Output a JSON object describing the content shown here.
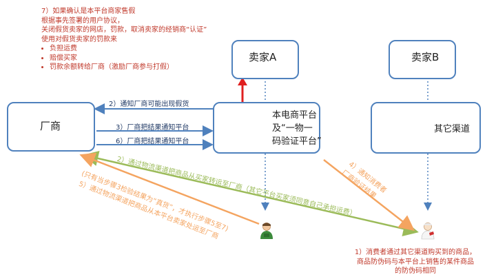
{
  "colors": {
    "box_border": "#4f81bd",
    "blue_arrow": "#4f81bd",
    "red_arrow": "#e02020",
    "green_arrow": "#9bbb59",
    "orange_arrow": "#f4a460",
    "note_red": "#c0392b"
  },
  "nodes": {
    "seller_a": "卖家A",
    "seller_b": "卖家B",
    "manufacturer": "厂商",
    "platform_line1": "本电商平台",
    "platform_line2": "及“一物一",
    "platform_line3": "码验证平台”",
    "other_channels": "其它渠道"
  },
  "note7": {
    "title": "7）如果确认是本平台商家售假",
    "line1": "根据事先签署的用户协议，",
    "line2": "关闭假货卖家的网店，罚款，取消卖家的经销商“认证”",
    "line3": "使用对假货卖家的罚款来",
    "bullets": [
      "负担运费",
      "赔偿买家",
      "罚款余额转给厂商（激励厂商参与打假）"
    ]
  },
  "messages": {
    "step2": "2）通知厂商可能出现假货",
    "step3": "3）厂商把结果通知平台",
    "step6": "6）厂商把结果通知平台",
    "step2_green": "2）通过物流渠道把商品从买家转运至厂商（其它平台买家须同意自己承担运费）",
    "step4_line1": "4）通知消费者",
    "step4_line2": "厂商验证结果",
    "step5_line1": "(只有当步骤3检验结果为“真货”，才执行步骤5至7)",
    "step5_line2": "5）通过物流渠道把商品从本平台卖家处运至厂商"
  },
  "step1": {
    "line1": "1）消费者通过其它渠道购买到的商品，",
    "line2": "商品防伪码与本平台上销售的某件商品",
    "line3": "的防伪码相同"
  },
  "icons": {
    "seller_person": "seller-person-icon",
    "consumer_person": "consumer-person-icon"
  }
}
